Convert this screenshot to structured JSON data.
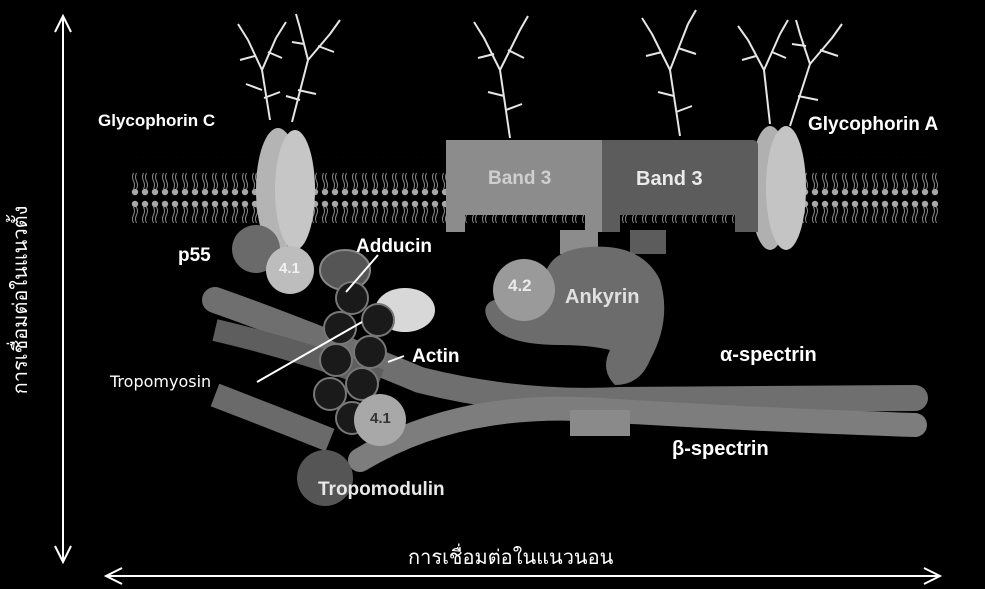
{
  "labels": {
    "glycophorin_c": "Glycophorin C",
    "glycophorin_a": "Glycophorin A",
    "band3_left": "Band 3",
    "band3_right": "Band 3",
    "p55": "p55",
    "protein_41_top": "4.1",
    "protein_41_bottom": "4.1",
    "adducin": "Adducin",
    "protein_42": "4.2",
    "ankyrin": "Ankyrin",
    "tropomyosin": "Tropomyosin",
    "actin": "Actin",
    "alpha_spectrin": "α-spectrin",
    "beta_spectrin": "β-spectrin",
    "tropomodulin": "Tropomodulin",
    "vertical_axis": "การเชื่อมต่อในแนวตั้ง",
    "horizontal_axis": "การเชื่อมต่อในแนวนอน"
  },
  "colors": {
    "background": "#000000",
    "membrane": "#9a9a9a",
    "band3_light": "#8c8c8c",
    "band3_dark": "#5c5c5c",
    "spectrin": "#6f6f6f",
    "text": "#ffffff"
  }
}
